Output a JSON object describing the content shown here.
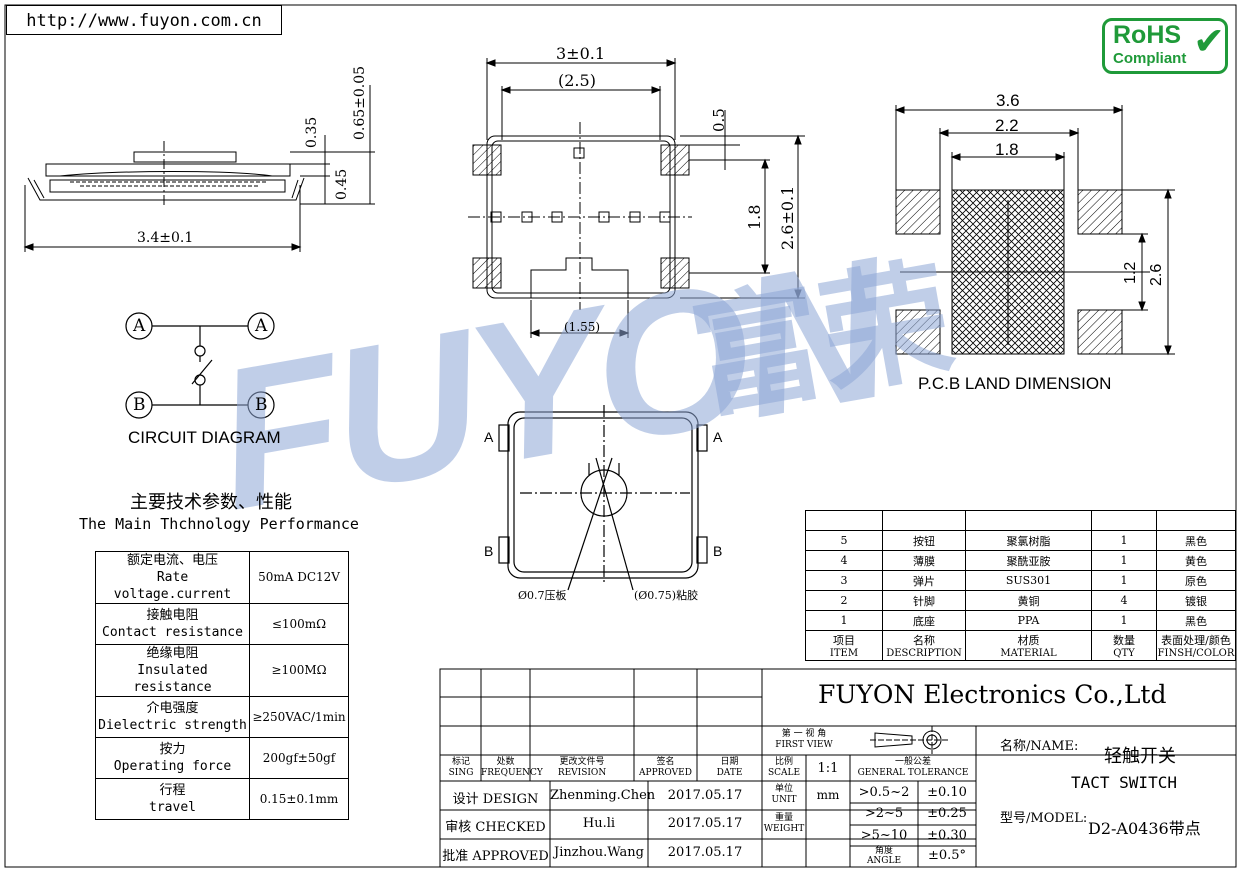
{
  "url": "http://www.fuyon.com.cn",
  "rohs": {
    "line1": "RoHS",
    "line2": "Compliant"
  },
  "watermark": {
    "brand": "FUYON",
    "cn": "富荣",
    "color": "#8ea7d6"
  },
  "side_view": {
    "width": "3.4±0.1",
    "h1": "0.35",
    "h2": "0.45",
    "h3": "0.65±0.05"
  },
  "top_view": {
    "width_total": "3±0.1",
    "width_inner": "(2.5)",
    "pad_h": "0.5",
    "pitch": "1.8",
    "height": "2.6±0.1",
    "notch": "(1.55)"
  },
  "pcb": {
    "w1": "3.6",
    "w2": "2.2",
    "w3": "1.8",
    "h1": "1.2",
    "h2": "2.6",
    "caption": "P.C.B LAND DIMENSION"
  },
  "circuit": {
    "a": "A",
    "b": "B",
    "caption": "CIRCUIT DIAGRAM"
  },
  "bottom_view": {
    "a": "A",
    "b": "B",
    "label_left": "Ø0.7压板",
    "label_right": "(Ø0.75)粘胶"
  },
  "performance": {
    "title_cn": "主要技术参数、性能",
    "title_en": "The Main Thchnology Performance",
    "rows": [
      {
        "cn": "额定电流、电压",
        "en": "Rate voltage.current",
        "value": "50mA DC12V"
      },
      {
        "cn": "接触电阻",
        "en": "Contact resistance",
        "value": "≤100mΩ"
      },
      {
        "cn": "绝缘电阻",
        "en": "Insulated resistance",
        "value": "≥100MΩ"
      },
      {
        "cn": "介电强度",
        "en": "Dielectric strength",
        "value": "≥250VAC/1min"
      },
      {
        "cn": "按力",
        "en": "Operating force",
        "value": "200gf±50gf"
      },
      {
        "cn": "行程",
        "en": "travel",
        "value": "0.15±0.1mm"
      }
    ]
  },
  "bom": {
    "rows": [
      {
        "item": "5",
        "desc": "按钮",
        "mat": "聚氯树脂",
        "qty": "1",
        "finish": "黑色"
      },
      {
        "item": "4",
        "desc": "薄膜",
        "mat": "聚酰亚胺",
        "qty": "1",
        "finish": "黄色"
      },
      {
        "item": "3",
        "desc": "弹片",
        "mat": "SUS301",
        "qty": "1",
        "finish": "原色"
      },
      {
        "item": "2",
        "desc": "针脚",
        "mat": "黄铜",
        "qty": "4",
        "finish": "镀银"
      },
      {
        "item": "1",
        "desc": "底座",
        "mat": "PPA",
        "qty": "1",
        "finish": "黑色"
      }
    ],
    "header": {
      "item_cn": "项目",
      "item_en": "ITEM",
      "desc_cn": "名称",
      "desc_en": "DESCRIPTION",
      "mat_cn": "材质",
      "mat_en": "MATERIAL",
      "qty_cn": "数量",
      "qty_en": "QTY",
      "fin_cn": "表面处理/颜色",
      "fin_en": "FINSH/COLOR"
    }
  },
  "titleblock": {
    "company": "FUYON Electronics Co.,Ltd",
    "h_sign_cn": "标记",
    "h_sign_en": "SING",
    "h_freq_cn": "处数",
    "h_freq_en": "FREQUENCY",
    "h_rev_cn": "更改文件号",
    "h_rev_en": "REVISION",
    "h_appr_cn": "签名",
    "h_appr_en": "APPROVED",
    "h_date_cn": "日期",
    "h_date_en": "DATE",
    "design_label": "设计 DESIGN",
    "design_name": "Zhenming.Chen",
    "design_date": "2017.05.17",
    "check_label": "审核 CHECKED",
    "check_name": "Hu.li",
    "check_date": "2017.05.17",
    "approve_label": "批准 APPROVED",
    "approve_name": "Jinzhou.Wang",
    "approve_date": "2017.05.17",
    "view_cn": "第 一 视 角",
    "view_en": "FIRST VIEW",
    "scale_cn": "比例",
    "scale_en": "SCALE",
    "scale": "1:1",
    "tol_cn": "一般公差",
    "tol_en": "GENERAL TOLERANCE",
    "unit_cn": "单位",
    "unit_en": "UNIT",
    "unit": "mm",
    "weight_cn": "重量",
    "weight_en": "WEIGHT",
    "tol_rows": [
      {
        "range": ">0.5~2",
        "tol": "±0.10"
      },
      {
        "range": ">2~5",
        "tol": "±0.25"
      },
      {
        "range": ">5~10",
        "tol": "±0.30"
      }
    ],
    "angle_cn": "角度",
    "angle_en": "ANGLE",
    "angle_tol": "±0.5°",
    "name_label": "名称/NAME:",
    "name_cn": "轻触开关",
    "name_en": "TACT   SWITCH",
    "model_label": "型号/MODEL:",
    "model": "D2-A0436带点"
  }
}
